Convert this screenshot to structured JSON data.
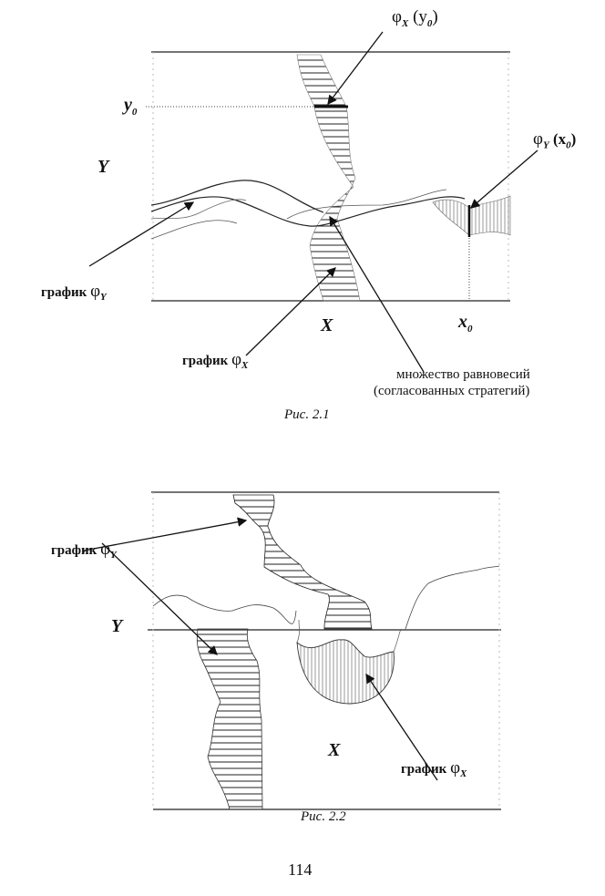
{
  "figure1": {
    "phi_x_y0": {
      "phi": "φ",
      "sub": "X",
      "arg": "(y",
      "arg_sub": "0",
      "close": ")"
    },
    "phi_y_x0": {
      "phi": "φ",
      "sub": "Y",
      "arg": "(x",
      "arg_sub": "0",
      "close": ")"
    },
    "y0": {
      "var": "y",
      "sub": "0"
    },
    "x0": {
      "var": "x",
      "sub": "0"
    },
    "axis_y": "Y",
    "axis_x": "X",
    "graph_phi_y": {
      "text": "график ",
      "phi": "φ",
      "sub": "Y"
    },
    "graph_phi_x": {
      "text": "график ",
      "phi": "φ",
      "sub": "X"
    },
    "equilibria_line1": "множество равновесий",
    "equilibria_line2": "(согласованных стратегий)",
    "caption": "Рис. 2.1"
  },
  "figure2": {
    "axis_y": "Y",
    "axis_x": "X",
    "graph_phi_y": {
      "text": "график ",
      "phi": "φ",
      "sub": "Y"
    },
    "graph_phi_x": {
      "text": "график ",
      "phi": "φ",
      "sub": "X"
    },
    "caption": "Рис. 2.2"
  },
  "page_number": "114"
}
